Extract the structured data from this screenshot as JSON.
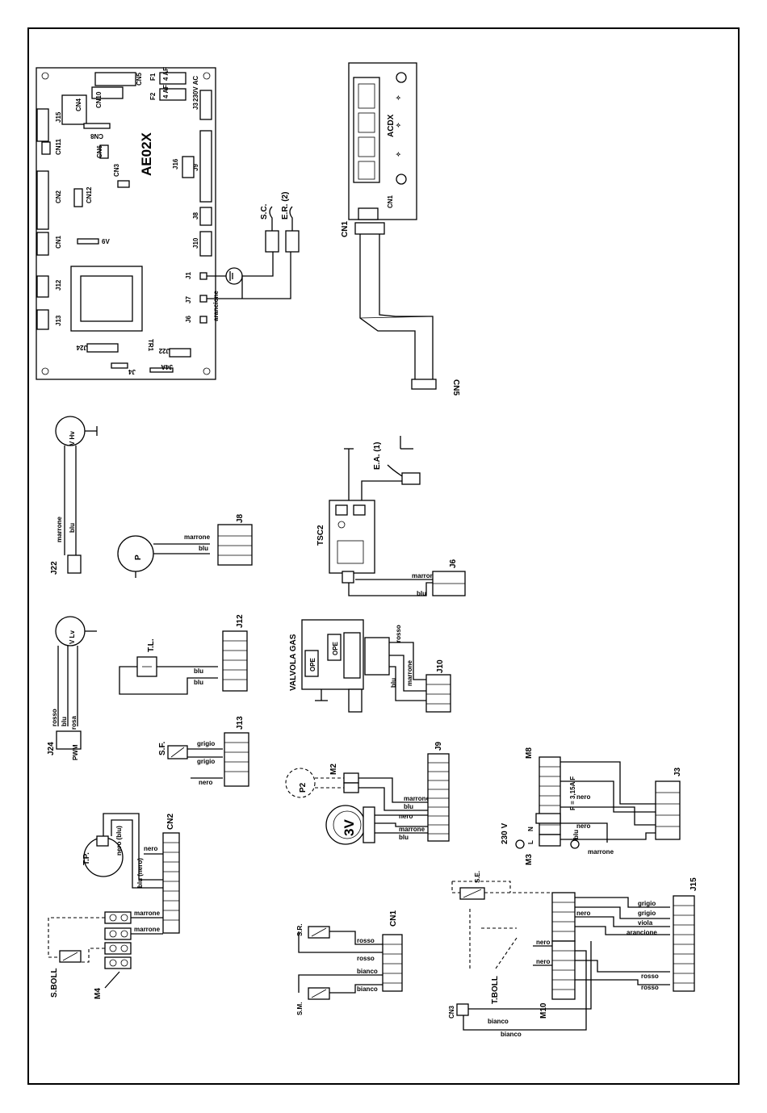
{
  "board": {
    "name": "AE02X",
    "connectors_left": [
      "J15",
      "CN11",
      "CN2",
      "CN1",
      "J12",
      "J13"
    ],
    "connectors_top": [
      "CN5",
      "CN10",
      "CN4",
      "CN8",
      "CN6",
      "CN3",
      "CN12"
    ],
    "connectors_right": [
      "J3",
      "J9",
      "J8",
      "J10",
      "J16"
    ],
    "bottom": [
      "J24",
      "J22",
      "J4",
      "J4A",
      "TR1"
    ],
    "fuses": [
      "F1",
      "F2"
    ],
    "fuse_rating": "4 AF",
    "voltage": "230V AC",
    "terminal_j1": "J1",
    "terminal_j7": "J7",
    "terminal_j6": "J6",
    "wire_j7": "arancione"
  },
  "sensors_top": {
    "sc": "S.C.",
    "er": "E.R. (2)"
  },
  "display": {
    "name": "ACDX",
    "cn1": "CN1",
    "cn1_cable": "CN1",
    "cn5_cable": "CN5"
  },
  "components": {
    "vhv": "V Hv",
    "vlv": "V Lv",
    "pump": "P",
    "pump2": "P2",
    "valve3v": "3V",
    "j22": "J22",
    "j24": "J24",
    "j8": "J8",
    "j12": "J12",
    "j13": "J13",
    "j6": "J6",
    "j10": "J10",
    "j9": "J9",
    "j3": "J3",
    "j15": "J15",
    "cn2": "CN2",
    "cn1b": "CN1",
    "cn3": "CN3",
    "tsc2": "TSC2",
    "ea": "E.A. (1)",
    "tl": "T.L.",
    "sf": "S.F.",
    "tp": "T.P.",
    "sboll": "S.BOLL",
    "m4": "M4",
    "m2": "M2",
    "m8": "M8",
    "m3": "M3",
    "m10": "M10",
    "sr": "S.R.",
    "sm": "S.M.",
    "se": "S.E.",
    "tboll": "T.BOLL",
    "valvola_gas": "VALVOLA GAS",
    "ope": "OPE",
    "v230": "230 V",
    "fuse_j3": "F = 3,15A F",
    "n": "N",
    "l": "L"
  },
  "wires": {
    "marrone": "marrone",
    "blu": "blu",
    "rosso": "rosso",
    "grigio": "grigio",
    "nero": "nero",
    "bianco": "bianco",
    "viola": "viola",
    "arancione": "arancione",
    "rosa": "rosa",
    "nero_blu": "nero (blu)",
    "blu_nero": "blu (nero)",
    "pwm": "PWM"
  }
}
